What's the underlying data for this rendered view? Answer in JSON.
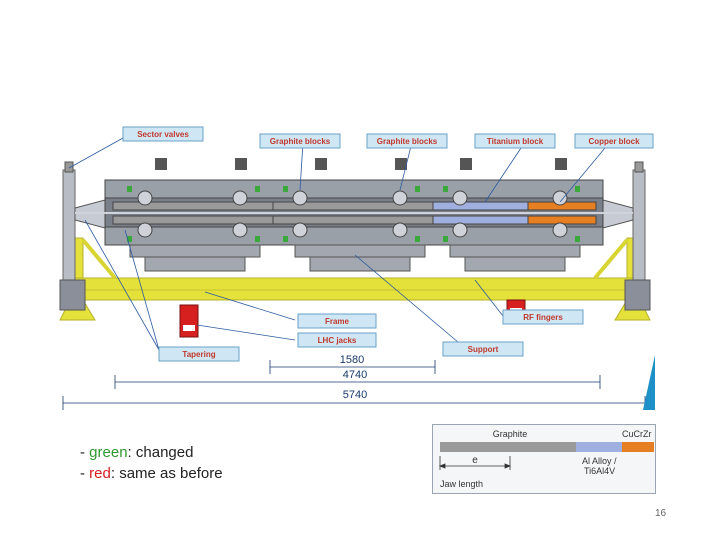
{
  "callouts": {
    "sector_valves": "Sector valves",
    "graphite_blocks_1": "Graphite blocks",
    "graphite_blocks_2": "Graphite blocks",
    "titanium_block": "Titanium block",
    "copper_block": "Copper block",
    "frame": "Frame",
    "lhc_jacks": "LHC jacks",
    "rf_fingers": "RF fingers",
    "support": "Support",
    "tapering": "Tapering"
  },
  "dimensions": {
    "d1580": "1580",
    "d4740": "4740",
    "d5740": "5740"
  },
  "legend": {
    "green_word": "green",
    "green_rest": ": changed",
    "red_word": "red",
    "red_rest": ": same as before",
    "bullet": "- "
  },
  "jaw": {
    "graphite": "Graphite",
    "cucrzr": "CuCrZr",
    "al_alloy": "Al Alloy /",
    "ti6al4v": "Ti6Al4V",
    "e_label": "e",
    "jaw_length": "Jaw length"
  },
  "page_number": "16",
  "colors": {
    "frame_yellow": "#e4e13a",
    "callout_fill": "#cfe6f5",
    "callout_border": "#6aa3c8",
    "graphite_grey": "#9a9a9a",
    "titanium_blue": "#9fb0e0",
    "copper_orange": "#e67e22"
  }
}
